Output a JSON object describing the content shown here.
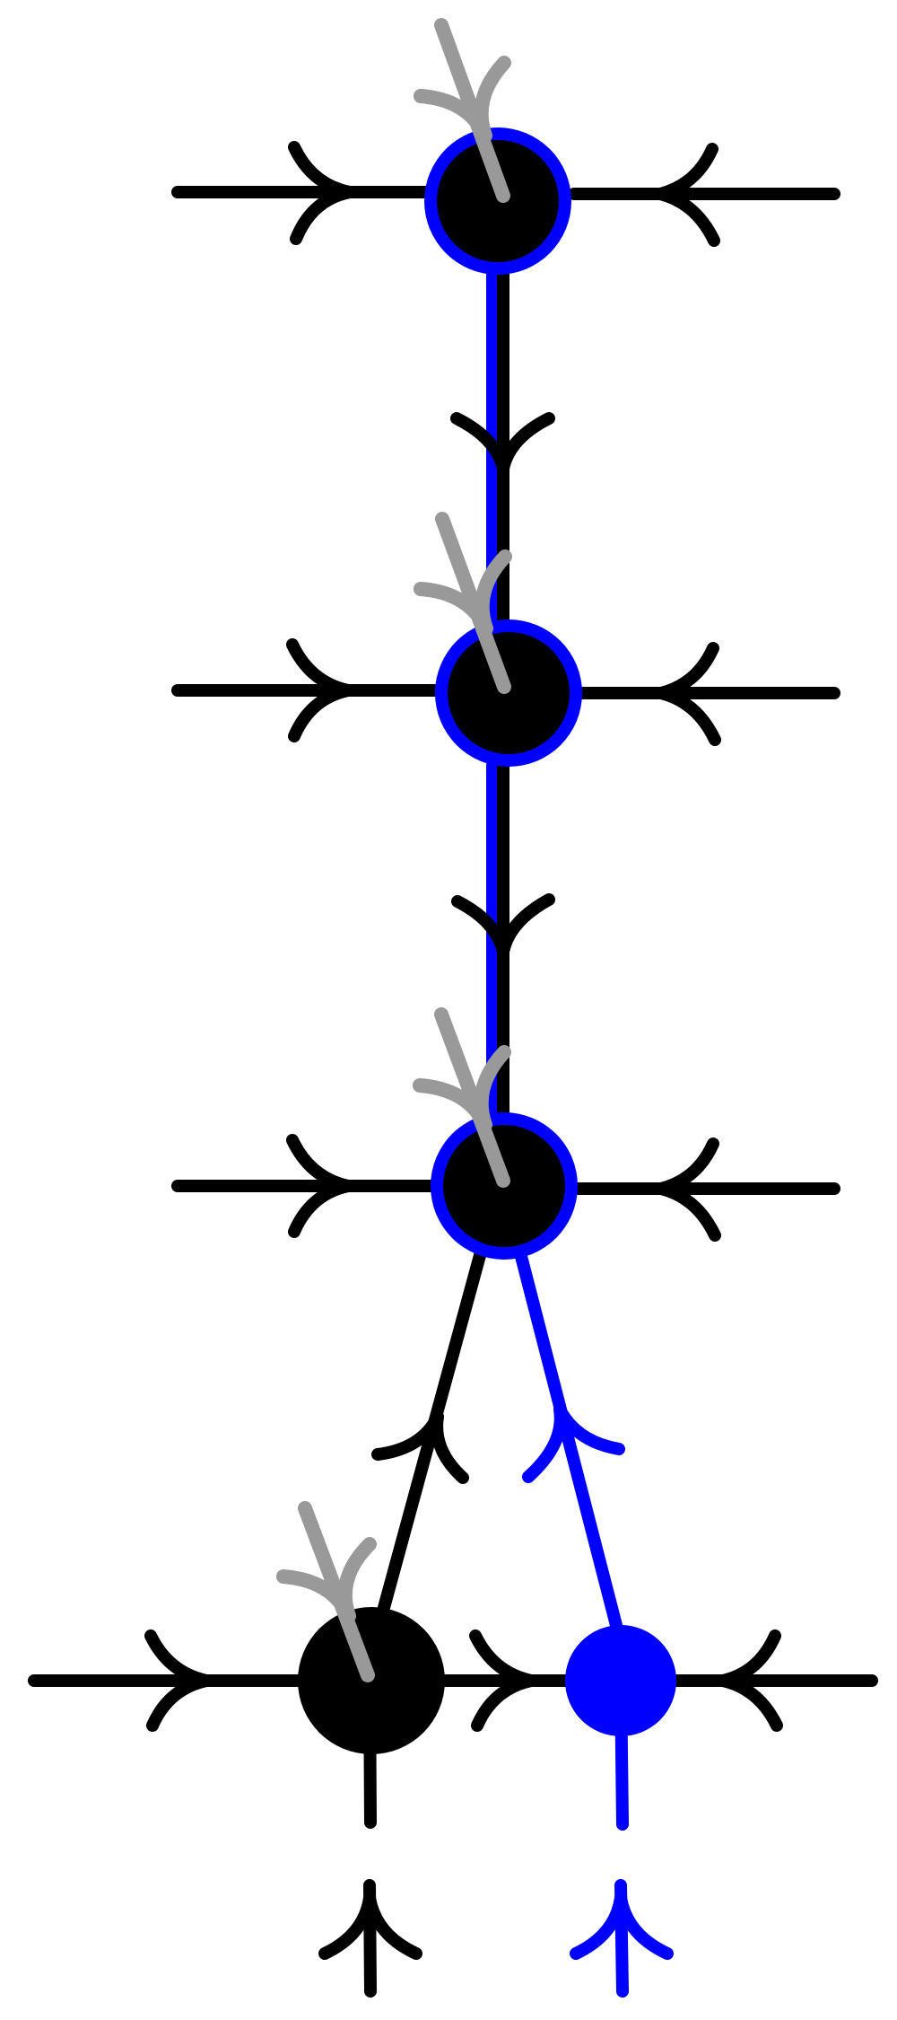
{
  "diagram": {
    "type": "quiver",
    "colors": {
      "background": "#ffffff",
      "primary": "#000000",
      "highlight": "#0000ff",
      "ghost": "#999999"
    },
    "nodes": [
      {
        "id": "n1",
        "kind": "filled-black",
        "highlighted_ring": true,
        "ghost_arrow": true
      },
      {
        "id": "n2",
        "kind": "filled-black",
        "highlighted_ring": true,
        "ghost_arrow": true
      },
      {
        "id": "n3",
        "kind": "filled-black",
        "highlighted_ring": true,
        "ghost_arrow": true
      },
      {
        "id": "n4",
        "kind": "filled-black",
        "highlighted_ring": false,
        "ghost_arrow": true
      },
      {
        "id": "n5",
        "kind": "filled-blue",
        "highlighted_ring": false,
        "ghost_arrow": false
      }
    ],
    "edges": [
      {
        "from": "n2",
        "to": "n1",
        "color": "black",
        "doubled_with_blue": true
      },
      {
        "from": "n3",
        "to": "n2",
        "color": "black",
        "doubled_with_blue": true
      },
      {
        "from": "n4",
        "to": "n3",
        "color": "black"
      },
      {
        "from": "n5",
        "to": "n3",
        "color": "blue"
      }
    ],
    "external_legs": {
      "horizontal_per_row": 2,
      "bottom_inputs": [
        {
          "node": "n4",
          "color": "black"
        },
        {
          "node": "n5",
          "color": "blue"
        }
      ]
    }
  }
}
